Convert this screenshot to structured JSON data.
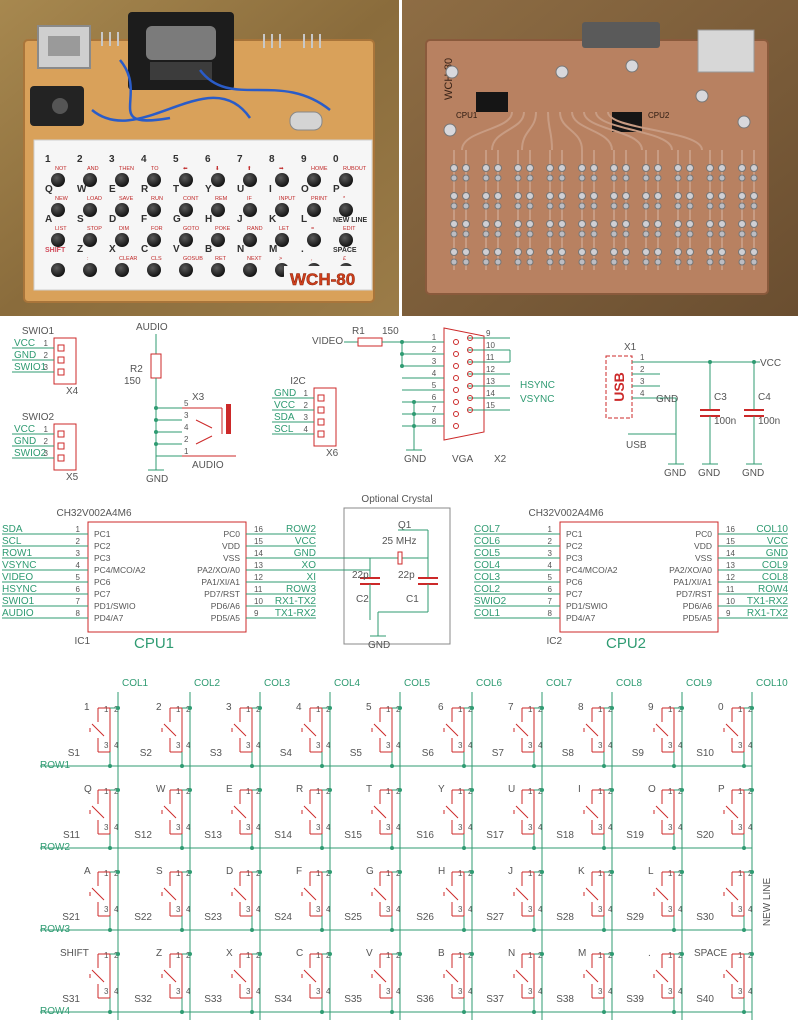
{
  "photos": {
    "brand": "WCH-80",
    "pcb_label": "WCH-80",
    "cpu1_label": "CPU1",
    "cpu2_label": "CPU2",
    "keyboard_rows": [
      [
        {
          "m": "1",
          "s": "NOT"
        },
        {
          "m": "2",
          "s": "AND"
        },
        {
          "m": "3",
          "s": "THEN"
        },
        {
          "m": "4",
          "s": "TO"
        },
        {
          "m": "5",
          "s": "⬅"
        },
        {
          "m": "6",
          "s": "⬇"
        },
        {
          "m": "7",
          "s": "⬆"
        },
        {
          "m": "8",
          "s": "➡"
        },
        {
          "m": "9",
          "s": "HOME"
        },
        {
          "m": "0",
          "s": "RUBOUT"
        }
      ],
      [
        {
          "m": "Q",
          "s": "NEW"
        },
        {
          "m": "W",
          "s": "LOAD"
        },
        {
          "m": "E",
          "s": "SAVE"
        },
        {
          "m": "R",
          "s": "RUN"
        },
        {
          "m": "T",
          "s": "CONT"
        },
        {
          "m": "Y",
          "s": "REM"
        },
        {
          "m": "U",
          "s": "IF"
        },
        {
          "m": "I",
          "s": "INPUT"
        },
        {
          "m": "O",
          "s": "PRINT"
        },
        {
          "m": "P",
          "s": "*"
        }
      ],
      [
        {
          "m": "A",
          "s": "LIST"
        },
        {
          "m": "S",
          "s": "STOP"
        },
        {
          "m": "D",
          "s": "DIM"
        },
        {
          "m": "F",
          "s": "FOR"
        },
        {
          "m": "G",
          "s": "GOTO"
        },
        {
          "m": "H",
          "s": "POKE"
        },
        {
          "m": "J",
          "s": "RAND"
        },
        {
          "m": "K",
          "s": "LET"
        },
        {
          "m": "L",
          "s": "="
        },
        {
          "m": "NEW LINE",
          "s": "EDIT"
        }
      ],
      [
        {
          "m": "SHIFT",
          "s": ""
        },
        {
          "m": "Z",
          "s": ":"
        },
        {
          "m": "X",
          "s": "CLEAR"
        },
        {
          "m": "C",
          "s": "CLS"
        },
        {
          "m": "V",
          "s": "GOSUB"
        },
        {
          "m": "B",
          "s": "RET"
        },
        {
          "m": "N",
          "s": "NEXT"
        },
        {
          "m": "M",
          "s": ">"
        },
        {
          "m": ".",
          "s": ","
        },
        {
          "m": "SPACE",
          "s": "£"
        }
      ]
    ]
  },
  "schematic": {
    "swio1": {
      "ref": "SWIO1",
      "name": "X4",
      "pins": [
        "VCC",
        "GND",
        "SWIO1"
      ]
    },
    "swio2": {
      "ref": "SWIO2",
      "name": "X5",
      "pins": [
        "VCC",
        "GND",
        "SWIO2"
      ]
    },
    "audio": {
      "net": "AUDIO",
      "resistor": "R2",
      "value": "150",
      "jack": "X3",
      "jack_label": "AUDIO",
      "pin_numbers": [
        "5",
        "3",
        "4",
        "2",
        "1"
      ],
      "gnd": "GND"
    },
    "i2c": {
      "ref": "I2C",
      "name": "X6",
      "pins": [
        "GND",
        "VCC",
        "SDA",
        "SCL"
      ]
    },
    "vga": {
      "net": "VIDEO",
      "resistor": "R1",
      "value": "150",
      "label": "VGA",
      "name": "X2",
      "left_pins": [
        "1",
        "2",
        "3",
        "4",
        "5",
        "6",
        "7",
        "8"
      ],
      "right_pins": [
        "9",
        "10",
        "11",
        "12",
        "13",
        "14",
        "15"
      ],
      "hsync": "HSYNC",
      "vsync": "VSYNC",
      "gnd": "GND"
    },
    "usb": {
      "name": "X1",
      "label": "USB",
      "sub_label": "USB",
      "pins": [
        "1",
        "2",
        "3",
        "4"
      ],
      "gnd": "GND",
      "vcc": "VCC",
      "caps": [
        {
          "ref": "C3",
          "value": "100n"
        },
        {
          "ref": "C4",
          "value": "100n"
        }
      ],
      "gnd_labels": [
        "GND",
        "GND",
        "GND"
      ]
    },
    "crystal": {
      "title": "Optional Crystal",
      "ref": "Q1",
      "freq": "25 MHz",
      "caps": [
        {
          "ref": "C2",
          "value": "22p"
        },
        {
          "ref": "C1",
          "value": "22p"
        }
      ],
      "gnd": "GND"
    },
    "cpu1": {
      "part": "CH32V002A4M6",
      "ref": "IC1",
      "label": "CPU1",
      "left_pins": [
        {
          "num": "1",
          "pin": "PC1",
          "net": "SDA"
        },
        {
          "num": "2",
          "pin": "PC2",
          "net": "SCL"
        },
        {
          "num": "3",
          "pin": "PC3",
          "net": "ROW1"
        },
        {
          "num": "4",
          "pin": "PC4/MCO/A2",
          "net": "VSYNC"
        },
        {
          "num": "5",
          "pin": "PC6",
          "net": "VIDEO"
        },
        {
          "num": "6",
          "pin": "PC7",
          "net": "HSYNC"
        },
        {
          "num": "7",
          "pin": "PD1/SWIO",
          "net": "SWIO1"
        },
        {
          "num": "8",
          "pin": "PD4/A7",
          "net": "AUDIO"
        }
      ],
      "right_pins": [
        {
          "num": "16",
          "pin": "PC0",
          "net": "ROW2"
        },
        {
          "num": "15",
          "pin": "VDD",
          "net": "VCC"
        },
        {
          "num": "14",
          "pin": "VSS",
          "net": "GND"
        },
        {
          "num": "13",
          "pin": "PA2/XO/A0",
          "net": "XO"
        },
        {
          "num": "12",
          "pin": "PA1/XI/A1",
          "net": "XI"
        },
        {
          "num": "11",
          "pin": "PD7/RST",
          "net": "ROW3"
        },
        {
          "num": "10",
          "pin": "PD6/A6",
          "net": "RX1-TX2"
        },
        {
          "num": "9",
          "pin": "PD5/A5",
          "net": "TX1-RX2"
        }
      ]
    },
    "cpu2": {
      "part": "CH32V002A4M6",
      "ref": "IC2",
      "label": "CPU2",
      "left_pins": [
        {
          "num": "1",
          "pin": "PC1",
          "net": "COL7"
        },
        {
          "num": "2",
          "pin": "PC2",
          "net": "COL6"
        },
        {
          "num": "3",
          "pin": "PC3",
          "net": "COL5"
        },
        {
          "num": "4",
          "pin": "PC4/MCO/A2",
          "net": "COL4"
        },
        {
          "num": "5",
          "pin": "PC6",
          "net": "COL3"
        },
        {
          "num": "6",
          "pin": "PC7",
          "net": "COL2"
        },
        {
          "num": "7",
          "pin": "PD1/SWIO",
          "net": "SWIO2"
        },
        {
          "num": "8",
          "pin": "PD4/A7",
          "net": "COL1"
        }
      ],
      "right_pins": [
        {
          "num": "16",
          "pin": "PC0",
          "net": "COL10"
        },
        {
          "num": "15",
          "pin": "VDD",
          "net": "VCC"
        },
        {
          "num": "14",
          "pin": "VSS",
          "net": "GND"
        },
        {
          "num": "13",
          "pin": "PA2/XO/A0",
          "net": "COL9"
        },
        {
          "num": "12",
          "pin": "PA1/XI/A1",
          "net": "COL8"
        },
        {
          "num": "11",
          "pin": "PD7/RST",
          "net": "ROW4"
        },
        {
          "num": "10",
          "pin": "PD6/A6",
          "net": "TX1-RX2"
        },
        {
          "num": "9",
          "pin": "PD5/A5",
          "net": "RX1-TX2"
        }
      ]
    },
    "matrix": {
      "cols": [
        "COL1",
        "COL2",
        "COL3",
        "COL4",
        "COL5",
        "COL6",
        "COL7",
        "COL8",
        "COL9",
        "COL10"
      ],
      "rows": [
        "ROW1",
        "ROW2",
        "ROW3",
        "ROW4"
      ],
      "keys": [
        [
          "1",
          "2",
          "3",
          "4",
          "5",
          "6",
          "7",
          "8",
          "9",
          "0"
        ],
        [
          "Q",
          "W",
          "E",
          "R",
          "T",
          "Y",
          "U",
          "I",
          "O",
          "P"
        ],
        [
          "A",
          "S",
          "D",
          "F",
          "G",
          "H",
          "J",
          "K",
          "L",
          ""
        ],
        [
          "SHIFT",
          "Z",
          "X",
          "C",
          "V",
          "B",
          "N",
          "M",
          ".",
          "SPACE"
        ]
      ],
      "new_line": "NEW LINE",
      "pin_numbers": [
        "1",
        "2",
        "3",
        "4"
      ]
    }
  }
}
